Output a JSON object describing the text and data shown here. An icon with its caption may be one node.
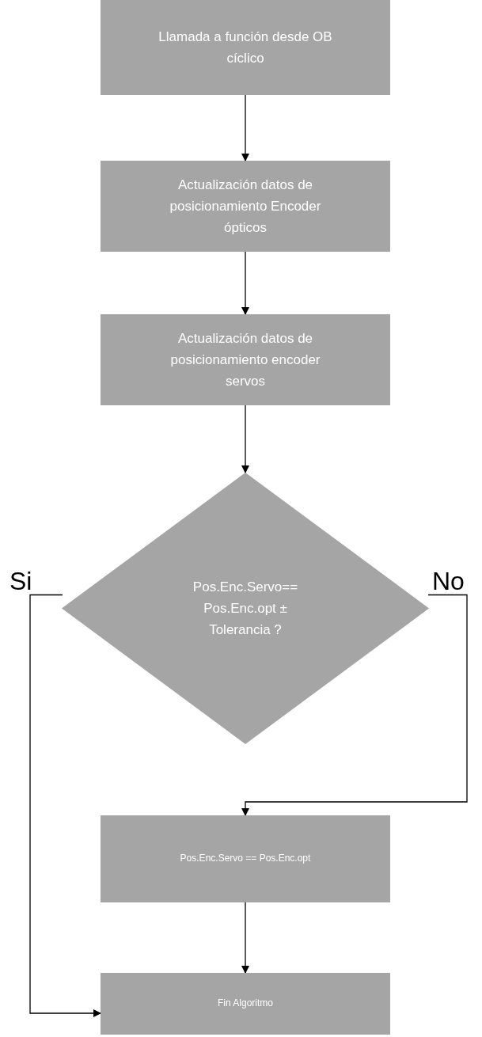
{
  "diagram": {
    "nodes": [
      {
        "text": [
          "Llamada a función desde OB cíclico"
        ]
      },
      {
        "text": [
          "Actualización datos de posicionamiento Encoder ópticos"
        ]
      },
      {
        "text": [
          "Actualización datos de posicionamiento encoder servos"
        ]
      },
      {
        "text": [
          "Pos.Enc.Servo== Pos.Enc.opt ± Tolerancia ?"
        ]
      },
      {
        "text": [
          "Pos.Enc.Servo == Pos.Enc.opt"
        ]
      },
      {
        "text": [
          "Fin Algoritmo"
        ]
      }
    ],
    "edges": [
      {
        "from": 0,
        "to": 1,
        "arrow": "to"
      },
      {
        "from": 1,
        "to": 2,
        "arrow": "to"
      },
      {
        "from": 2,
        "to": 3,
        "arrow": "to"
      },
      {
        "from": 3,
        "to": 5,
        "arrow": "to",
        "label": "Si"
      },
      {
        "from": 3,
        "to": 4,
        "arrow": "to",
        "label": "No"
      },
      {
        "from": 4,
        "to": 5,
        "arrow": "to"
      }
    ]
  }
}
